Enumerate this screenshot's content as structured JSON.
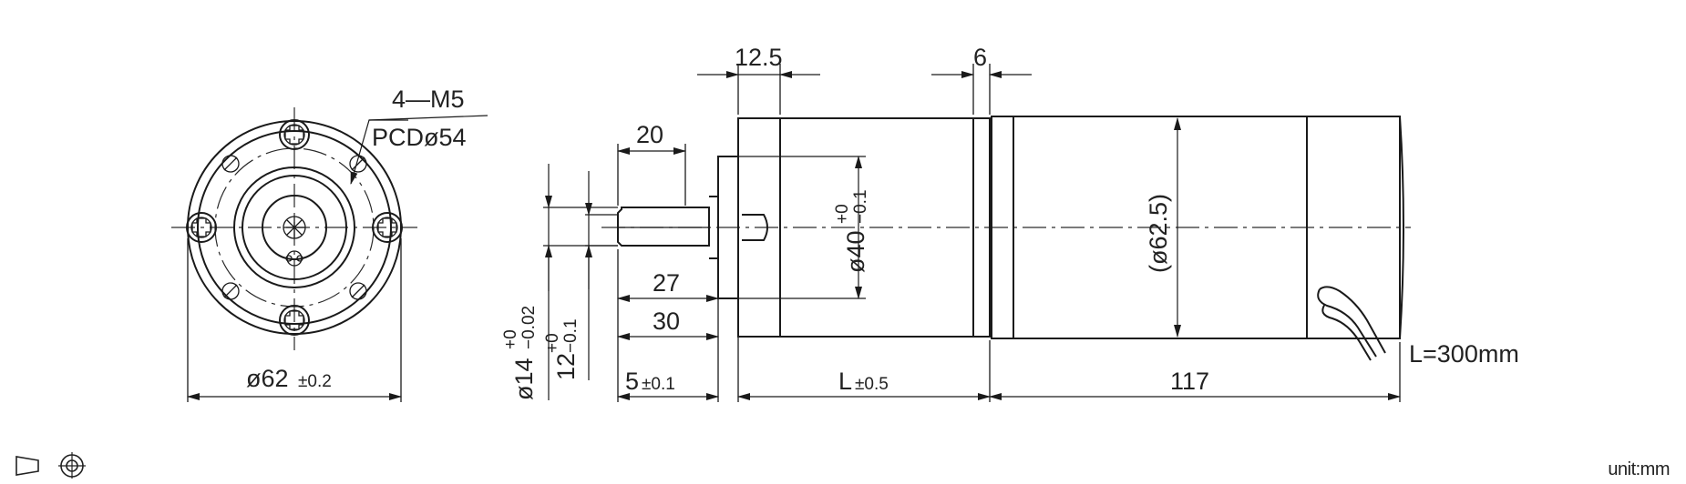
{
  "front_view": {
    "thread_label": "4—M5",
    "pcd_label": "PCDø54",
    "diameter_label": "ø62",
    "diameter_tol": "±0.2"
  },
  "side_view": {
    "shaft_length": "20",
    "flange_offset": "12.5",
    "band_width": "6",
    "dim_27": "27",
    "dim_30": "30",
    "dim_5": "5",
    "dim_5_tol": "±0.1",
    "length_L": "L",
    "length_L_tol": "±0.5",
    "motor_length": "117",
    "pilot_dia": "ø40",
    "pilot_tol_upper": "+0",
    "pilot_tol_lower": "−0.1",
    "body_dia": "(ø62.5)",
    "shaft_dia": "ø14",
    "shaft_tol_upper": "+0",
    "shaft_tol_lower": "−0.02",
    "flat_dim": "12",
    "flat_tol_upper": "+0",
    "flat_tol_lower": "−0.1",
    "lead_length": "L=300mm"
  },
  "unit_label": "unit:mm",
  "icons": [
    "first-angle-projection-icon"
  ]
}
